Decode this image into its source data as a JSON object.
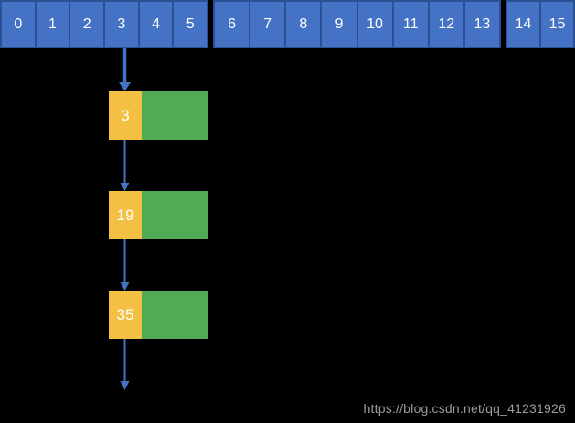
{
  "colors": {
    "background": "#000000",
    "bucket_fill": "#4472c4",
    "bucket_border": "#2d4f93",
    "bucket_text": "#ffffff",
    "node_data_fill": "#f3c043",
    "node_next_fill": "#51ab55",
    "node_text": "#ffffff",
    "arrow": "#4472c4",
    "watermark_text": "#9c9c9c"
  },
  "hash_table": {
    "groups": [
      {
        "cells": [
          "0",
          "1",
          "2",
          "3",
          "4",
          "5"
        ]
      },
      {
        "cells": [
          "6",
          "7",
          "8",
          "9",
          "10",
          "11",
          "12",
          "13"
        ]
      },
      {
        "cells": [
          "14",
          "15"
        ]
      }
    ]
  },
  "chain": {
    "bucket": "3",
    "nodes": [
      {
        "value": "3"
      },
      {
        "value": "19"
      },
      {
        "value": "35"
      }
    ]
  },
  "watermark": {
    "text": "https://blog.csdn.net/qq_41231926"
  }
}
